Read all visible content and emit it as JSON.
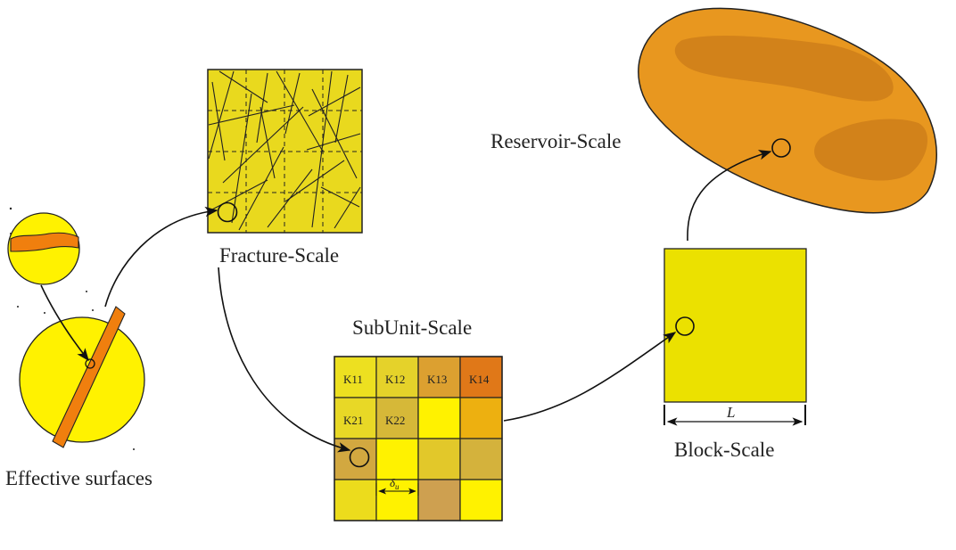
{
  "labels": {
    "effective": "Effective surfaces",
    "fracture": "Fracture-Scale",
    "subunit": "SubUnit-Scale",
    "block": "Block-Scale",
    "reservoir": "Reservoir-Scale",
    "block_length": "L",
    "delta_u_symbol": "δ",
    "delta_u_sub": "u"
  },
  "subunit_grid": [
    [
      {
        "k": "K11",
        "fill": "#ede020"
      },
      {
        "k": "K12",
        "fill": "#e5d22a"
      },
      {
        "k": "K13",
        "fill": "#dca030"
      },
      {
        "k": "K14",
        "fill": "#e07818"
      }
    ],
    [
      {
        "k": "K21",
        "fill": "#e8d826"
      },
      {
        "k": "K22",
        "fill": "#d6b838"
      },
      {
        "k": "",
        "fill": "#fff200"
      },
      {
        "k": "",
        "fill": "#edb010"
      }
    ],
    [
      {
        "k": "",
        "fill": "#d2a840"
      },
      {
        "k": "",
        "fill": "#fff200"
      },
      {
        "k": "",
        "fill": "#e2c82a"
      },
      {
        "k": "",
        "fill": "#d4b23c"
      }
    ],
    [
      {
        "k": "",
        "fill": "#ecdc1c"
      },
      {
        "k": "",
        "fill": "#fff200"
      },
      {
        "k": "",
        "fill": "#cea050"
      },
      {
        "k": "",
        "fill": "#fff200"
      }
    ]
  ],
  "colors": {
    "fracture_fill": "#e9d91e",
    "block_fill": "#ebe100",
    "reservoir_fill": "#e8971f",
    "reservoir_dark": "#d2821a",
    "core_fill": "#fff200",
    "fracture_band": "#f07f0e",
    "outline": "#222222"
  }
}
